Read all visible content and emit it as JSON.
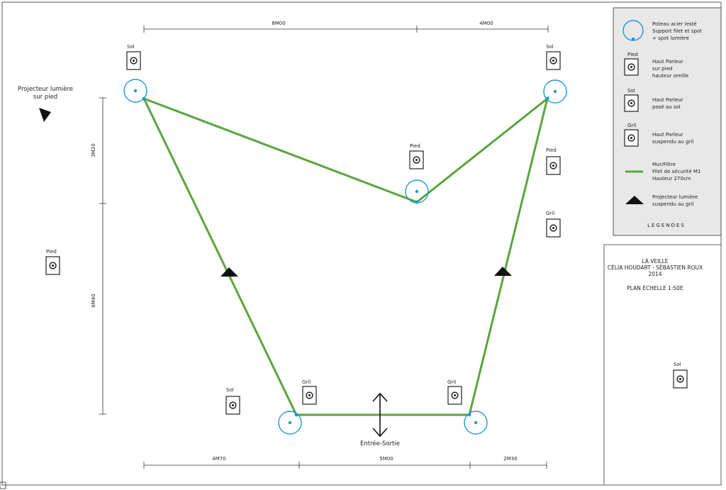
{
  "dimensions": {
    "top_left": "8M00",
    "top_right": "4M00",
    "bottom_left": "4M70",
    "bottom_mid": "5M00",
    "bottom_right": "2M30",
    "side_upper": "3M20",
    "side_lower": "6M40"
  },
  "labels": {
    "projecteur_line1": "Projecteur lumière",
    "projecteur_line2": "sur pied",
    "entree": "Entrée-Sortie"
  },
  "speakers": [
    {
      "label": "Sol"
    },
    {
      "label": "Sol"
    },
    {
      "label": "Pied"
    },
    {
      "label": "Pied"
    },
    {
      "label": "Gril"
    },
    {
      "label": "Pied"
    },
    {
      "label": "Sol"
    },
    {
      "label": "Gril"
    },
    {
      "label": "Gril"
    },
    {
      "label": "Sol"
    }
  ],
  "legend": {
    "items": [
      {
        "tag": "",
        "lines": [
          "Poteau acier lesté",
          "Support filet et spot",
          "+ spot lumière"
        ]
      },
      {
        "tag": "Pied",
        "lines": [
          "Haut Parleur",
          "sur pied",
          "hauteur oreille"
        ]
      },
      {
        "tag": "Sol",
        "lines": [
          "Haut Parleur",
          "posé au sol"
        ]
      },
      {
        "tag": "Gril",
        "lines": [
          "Haut Parleur",
          "suspendu au gril"
        ]
      },
      {
        "tag": "",
        "lines": [
          "Mur/Filtre",
          "Filet de sécurité M1",
          "Hauteur 270cm"
        ]
      },
      {
        "tag": "",
        "lines": [
          "Projecteur lumière",
          "suspendu au gril"
        ]
      }
    ],
    "title": "LÉGENDES"
  },
  "title_block": {
    "line1": "LA VEILLE",
    "line2": "CÉLIA HOUDART - SÉBASTIEN ROUX",
    "line3": "2014",
    "line4": "PLAN ÉCHELLE 1:50E"
  },
  "colors": {
    "wall": "#5aa53d",
    "post": "#1a9ad6",
    "legend_bg": "#e8e8e8",
    "ink": "#1a1a1a"
  }
}
